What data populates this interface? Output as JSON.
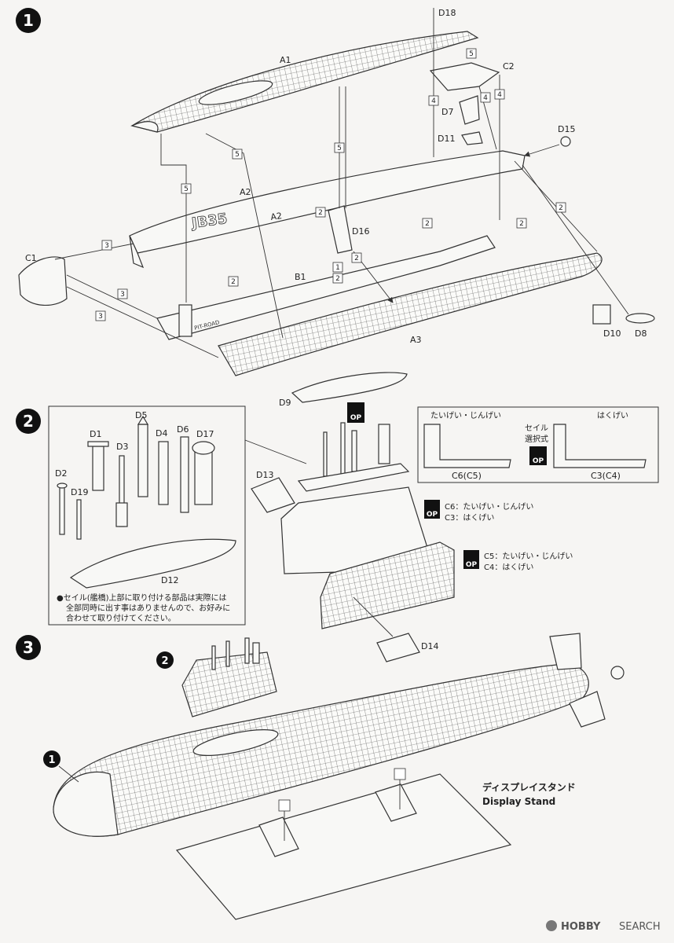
{
  "steps": [
    "1",
    "2",
    "3"
  ],
  "step1": {
    "parts": {
      "a1": "A1",
      "a2": "A2",
      "a3": "A3",
      "b1": "B1",
      "c1": "C1",
      "c2": "C2",
      "d7": "D7",
      "d8": "D8",
      "d10": "D10",
      "d11": "D11",
      "d15": "D15",
      "d16": "D16",
      "d18": "D18"
    },
    "hull_marking": "JB35",
    "hull_text": "PIT-ROAD",
    "refs": [
      "5",
      "4",
      "4",
      "4",
      "5",
      "5",
      "5",
      "3",
      "3",
      "3",
      "2",
      "2",
      "2",
      "2",
      "2",
      "1",
      "2",
      "2"
    ]
  },
  "step2": {
    "parts": {
      "d1": "D1",
      "d2": "D2",
      "d3": "D3",
      "d4": "D4",
      "d5": "D5",
      "d6": "D6",
      "d9": "D9",
      "d12": "D12",
      "d13": "D13",
      "d14": "D14",
      "d17": "D17",
      "d19": "D19"
    },
    "note_line1": "●セイル(艦橋)上部に取り付ける部品は実際には",
    "note_line2": "全部同時に出す事はありませんので、お好みに",
    "note_line3": "合わせて取り付けてください。",
    "op_label": "OP",
    "sail_box": {
      "left_title": "たいげい・じんげい",
      "right_title": "はくげい",
      "mid_line1": "セイル",
      "mid_line2": "選択式",
      "left_caption": "C6(C5)",
      "right_caption": "C3(C4)"
    },
    "opt1_line1": "C6：たいげい・じんげい",
    "opt1_line2": "C3：はくげい",
    "opt2_line1": "C5：たいげい・じんげい",
    "opt2_line2": "C4：はくげい"
  },
  "step3": {
    "sub1": "1",
    "sub2": "2",
    "stand_jp": "ディスプレイスタンド",
    "stand_en": "Display Stand"
  },
  "watermark": {
    "brand": "HOBBY",
    "tail": "SEARCH"
  }
}
